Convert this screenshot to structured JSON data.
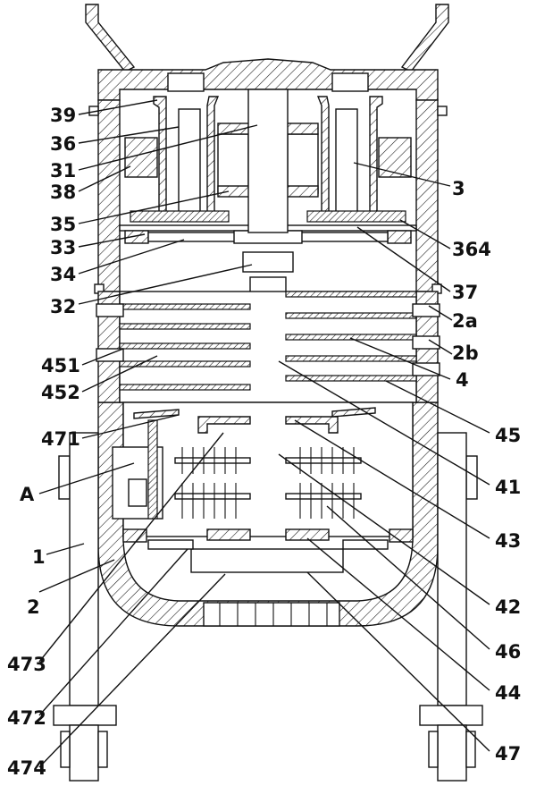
{
  "labels": {
    "l39": "39",
    "l36": "36",
    "l31": "31",
    "l38": "38",
    "l35": "35",
    "l33": "33",
    "l34": "34",
    "l32": "32",
    "l451": "451",
    "l452": "452",
    "l471": "471",
    "lA": "A",
    "l1": "1",
    "l2": "2",
    "l473": "473",
    "l472": "472",
    "l474": "474",
    "l3": "3",
    "l364": "364",
    "l37": "37",
    "l2a": "2a",
    "l2b": "2b",
    "l4": "4",
    "l45": "45",
    "l41": "41",
    "l43": "43",
    "l42": "42",
    "l46": "46",
    "l44": "44",
    "l47": "47"
  }
}
